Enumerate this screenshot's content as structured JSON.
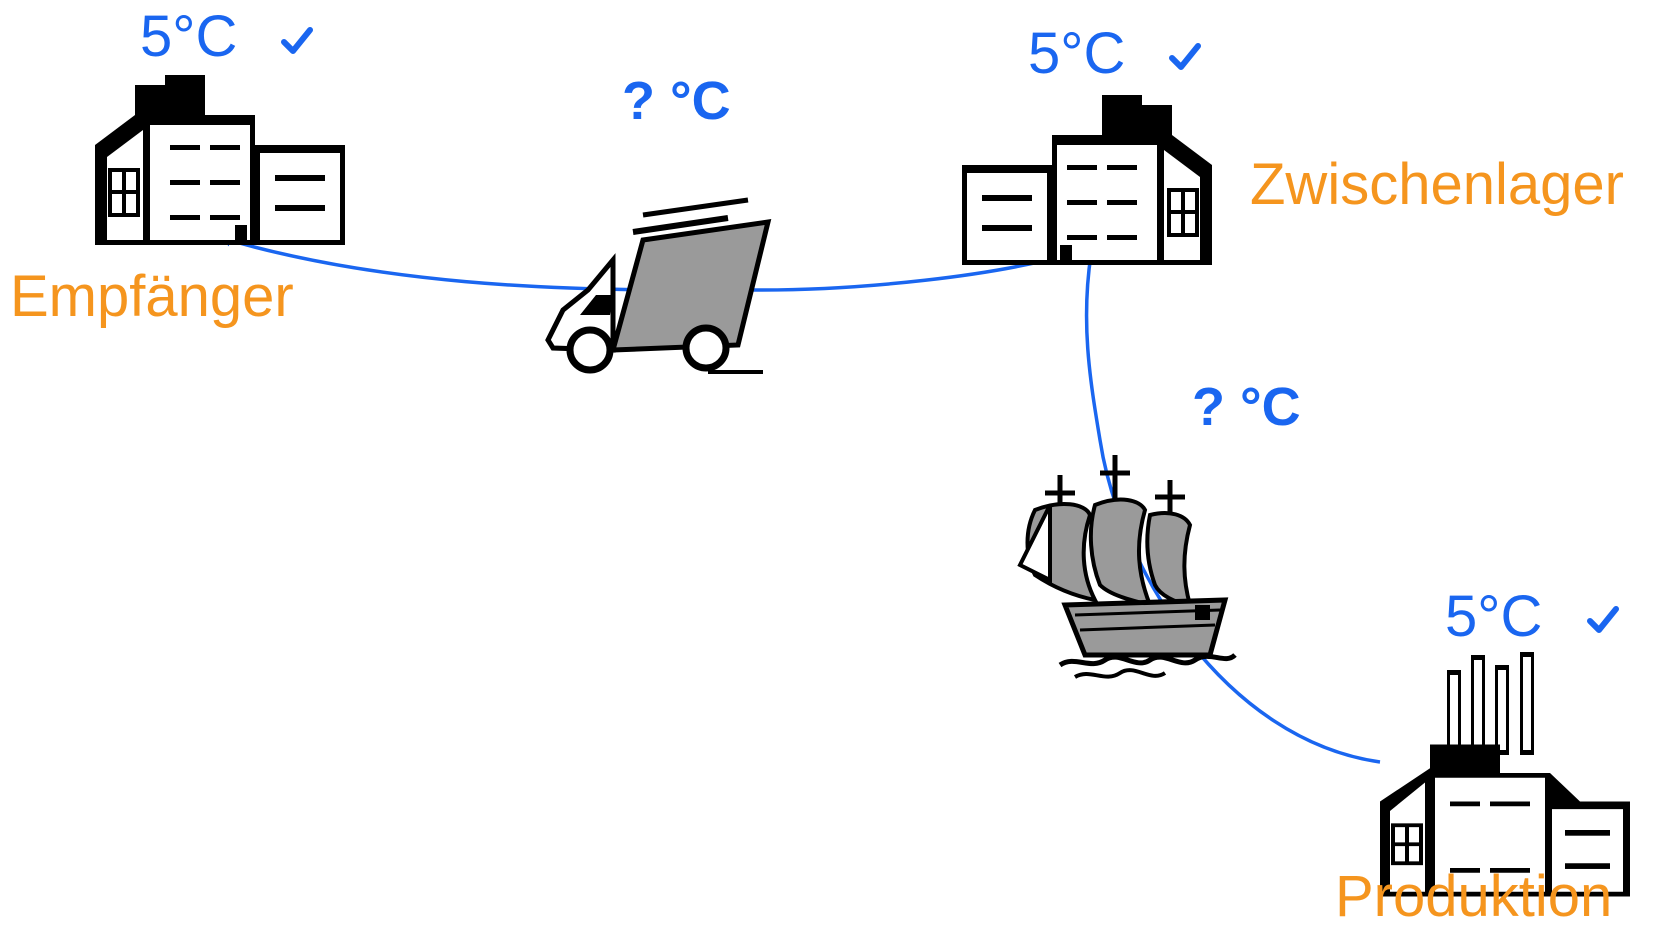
{
  "nodes": {
    "empfaenger": {
      "label": "Empfänger",
      "temperature": "5°C",
      "status": "check-icon",
      "icon": "building-icon"
    },
    "zwischenlager": {
      "label": "Zwischenlager",
      "temperature": "5°C",
      "status": "check-icon",
      "icon": "building-icon"
    },
    "produktion": {
      "label": "Produktion",
      "temperature": "5°C",
      "status": "check-icon",
      "icon": "factory-icon"
    }
  },
  "transports": {
    "truck": {
      "temperature": "? °C",
      "icon": "truck-icon"
    },
    "ship": {
      "temperature": "? °C",
      "icon": "ship-icon"
    }
  },
  "colors": {
    "temperature": "#1a66f0",
    "place_label": "#f5951e",
    "arrow": "#1a66f0",
    "icon_fill": "#000000",
    "cargo_gray": "#9a9a9a"
  }
}
